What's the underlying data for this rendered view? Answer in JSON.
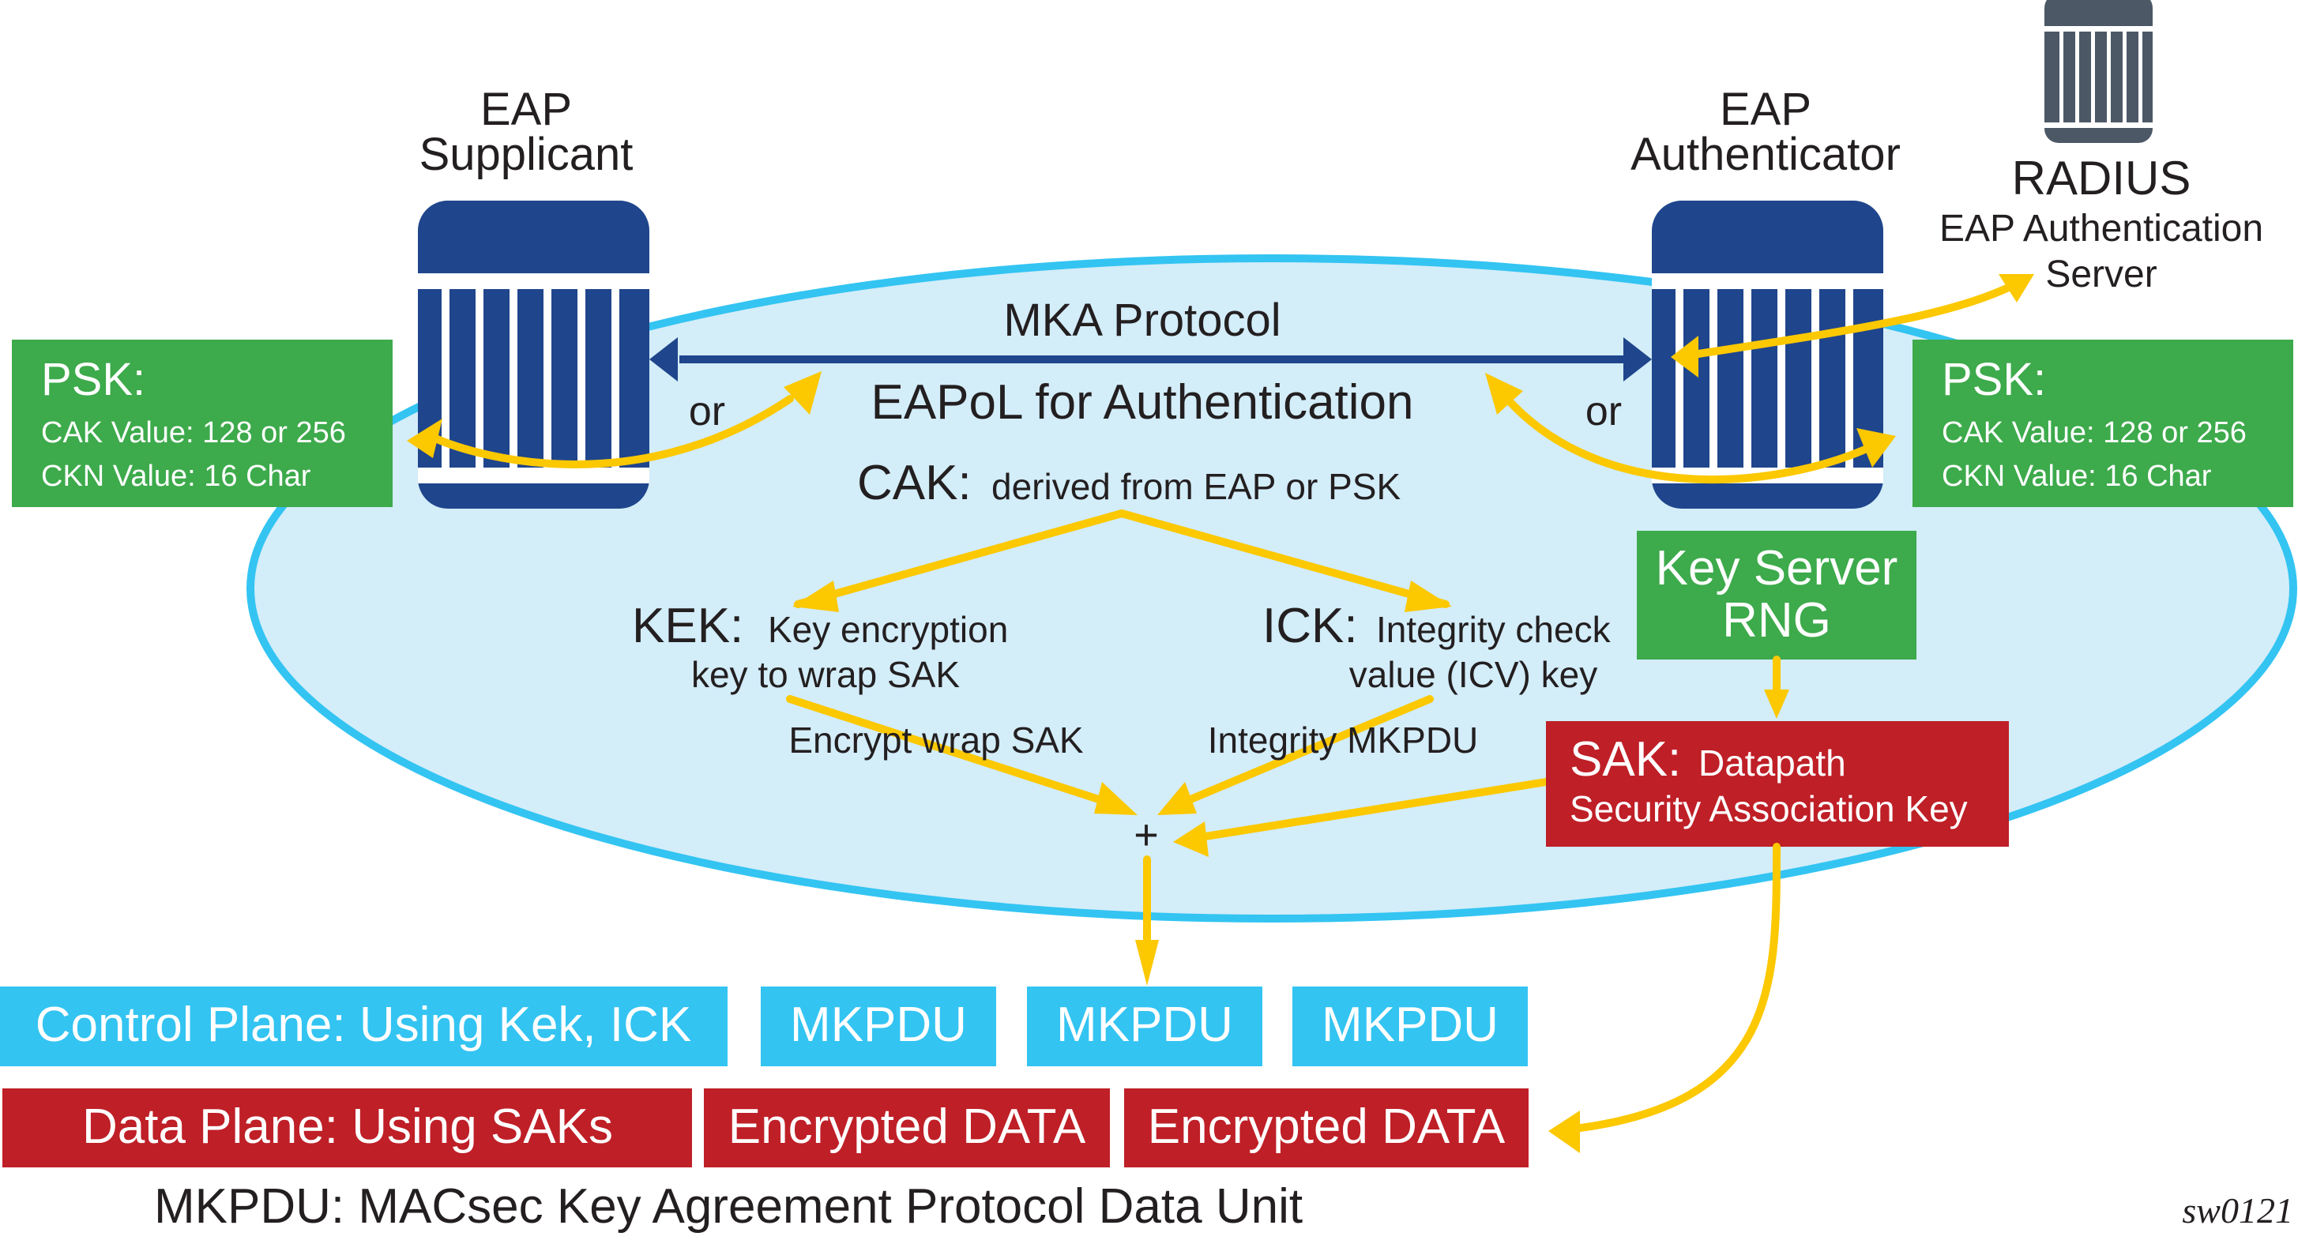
{
  "colors": {
    "server_blue": "#1f458c",
    "radius_gray": "#4c5866",
    "ellipse_fill": "#d3edf9",
    "ellipse_stroke": "#33c4f2",
    "green": "#3daa4b",
    "red": "#bf1f27",
    "cyan": "#33c4f2",
    "yellow": "#fcc800"
  },
  "supplicant": {
    "line1": "EAP",
    "line2": "Supplicant",
    "icon": "server-icon"
  },
  "authenticator": {
    "line1": "EAP",
    "line2": "Authenticator",
    "icon": "server-icon"
  },
  "radius": {
    "title": "RADIUS",
    "line1": "EAP Authentication",
    "line2": "Server",
    "icon": "server-icon"
  },
  "psk_left": {
    "title": "PSK:",
    "cak": "CAK Value: 128 or 256",
    "ckn": "CKN Value: 16 Char"
  },
  "psk_right": {
    "title": "PSK:",
    "cak": "CAK Value: 128 or 256",
    "ckn": "CKN Value: 16 Char"
  },
  "center": {
    "mka": "MKA Protocol",
    "eapol": "EAPoL for Authentication",
    "or_left": "or",
    "or_right": "or",
    "cak_label": "CAK:",
    "cak_desc": "derived from EAP or PSK"
  },
  "kek": {
    "label": "KEK:",
    "line1": "Key encryption",
    "line2": "key to wrap SAK"
  },
  "ick": {
    "label": "ICK:",
    "line1": "Integrity check",
    "line2": "value (ICV) key"
  },
  "encrypt_label": "Encrypt wrap SAK",
  "integrity_label": "Integrity MKPDU",
  "plus": "+",
  "key_server": {
    "line1": "Key Server",
    "line2": "RNG"
  },
  "sak": {
    "label": "SAK:",
    "line1": "Datapath",
    "line2": "Security Association Key"
  },
  "control_plane": {
    "label": "Control Plane: Using Kek, ICK",
    "packets": [
      "MKPDU",
      "MKPDU",
      "MKPDU"
    ]
  },
  "data_plane": {
    "label": "Data Plane: Using SAKs",
    "packets": [
      "Encrypted DATA",
      "Encrypted DATA"
    ]
  },
  "footnote": "MKPDU: MACsec Key Agreement Protocol Data Unit",
  "figure_id": "sw0121"
}
